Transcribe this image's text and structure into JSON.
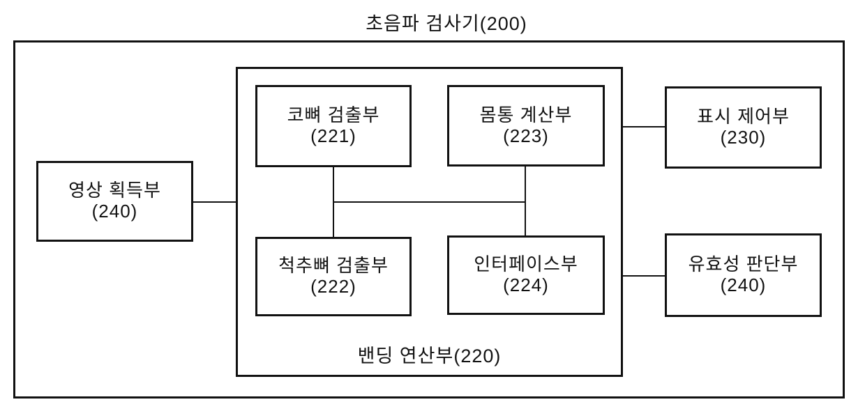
{
  "diagram": {
    "title": "초음파 검사기(200)",
    "group_label": "밴딩 연산부(220)",
    "blocks": {
      "image_acquisition": {
        "name": "영상 획득부",
        "ref": "(240)"
      },
      "nose_bone_detector": {
        "name": "코뼈 검출부",
        "ref": "(221)"
      },
      "body_calculator": {
        "name": "몸통 계산부",
        "ref": "(223)"
      },
      "spine_bone_detector": {
        "name": "척추뼈 검출부",
        "ref": "(222)"
      },
      "interface_unit": {
        "name": "인터페이스부",
        "ref": "(224)"
      },
      "display_controller": {
        "name": "표시 제어부",
        "ref": "(230)"
      },
      "validity_determiner": {
        "name": "유효성 판단부",
        "ref": "(240)"
      }
    },
    "colors": {
      "line": "#111111",
      "background": "#ffffff",
      "text": "#111111"
    }
  }
}
